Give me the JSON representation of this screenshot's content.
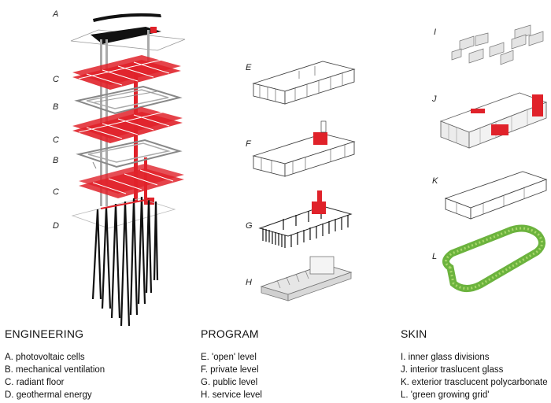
{
  "labels": {
    "A": "A",
    "B1": "B",
    "B2": "B",
    "C1": "C",
    "C2": "C",
    "C3": "C",
    "D": "D",
    "E": "E",
    "F": "F",
    "G": "G",
    "H": "H",
    "I": "I",
    "J": "J",
    "K": "K",
    "L": "L"
  },
  "legend": {
    "engineering": {
      "title": "ENGINEERING",
      "items": [
        "A. photovoltaic cells",
        "B. mechanical ventilation",
        "C. radiant floor",
        "D. geothermal energy"
      ]
    },
    "program": {
      "title": "PROGRAM",
      "items": [
        "E. 'open' level",
        "F. private level",
        "G. public level",
        "H. service level"
      ]
    },
    "skin": {
      "title": "SKIN",
      "items": [
        "I. inner glass divisions",
        "J. interior traslucent glass",
        "K. exterior trasclucent polycarbonate",
        "L. 'green growing grid'"
      ]
    }
  },
  "colors": {
    "accent_red": "#e0222a",
    "green": "#7cc24a",
    "line": "#333333",
    "gray": "#9a9a9a"
  }
}
